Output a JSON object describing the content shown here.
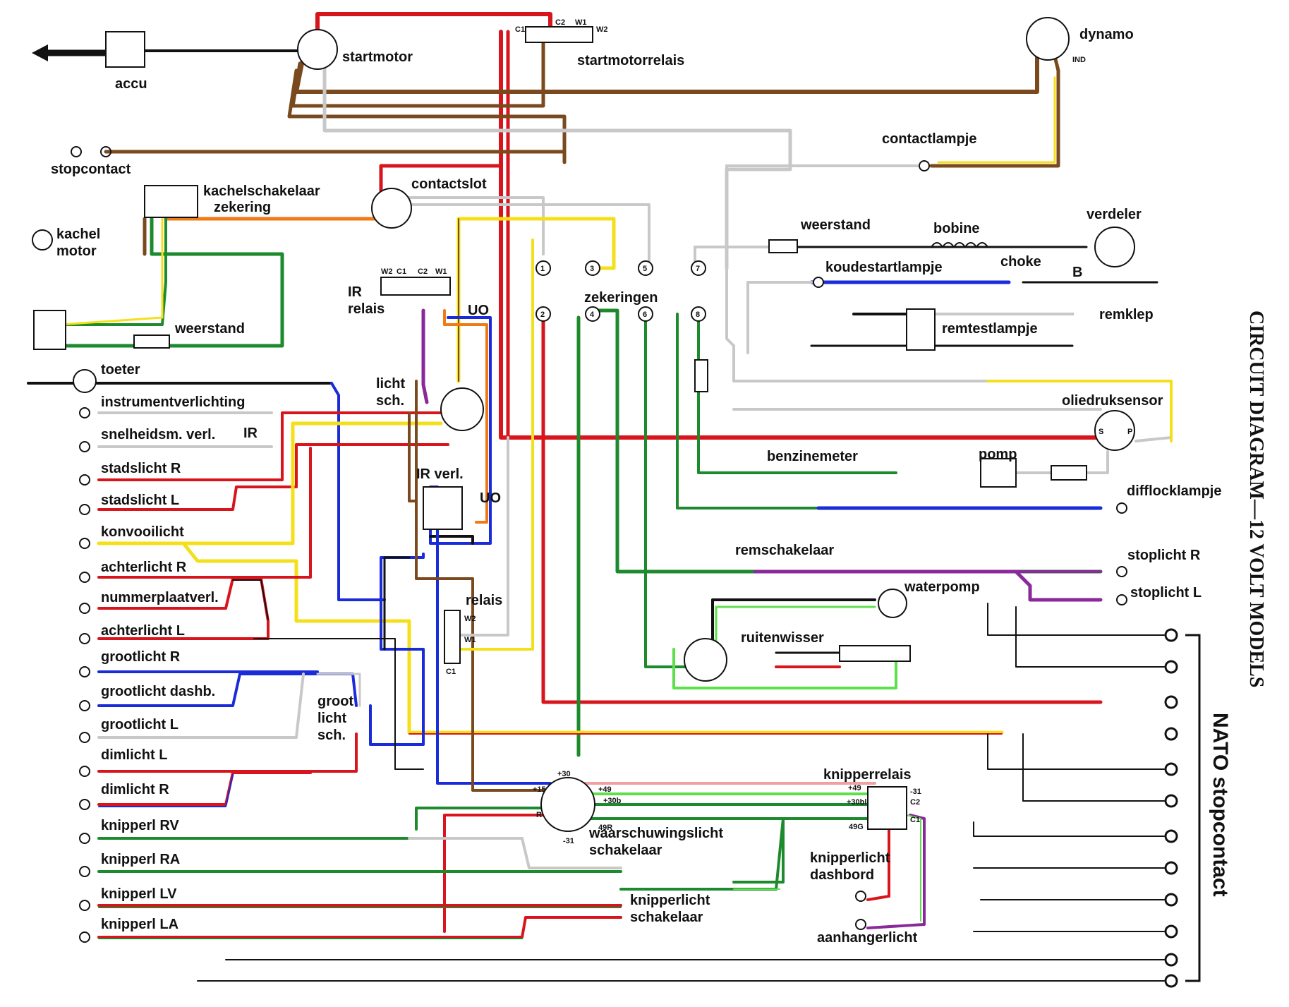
{
  "title": "CIRCUIT DIAGRAM—12 VOLT MODELS",
  "nato_label": "NATO stopcontact",
  "colors": {
    "red": "#d8141c",
    "brown": "#7a4a1e",
    "black": "#111111",
    "green": "#1e8a2e",
    "lightgreen": "#5ee04a",
    "yellow": "#f4e01a",
    "blue": "#1a2bd8",
    "orange": "#f07a14",
    "purple": "#8a2a9a",
    "grey": "#c8c8c8",
    "pink": "#f0a0a0"
  },
  "labels": {
    "accu": "accu",
    "startmotor": "startmotor",
    "startmotorrelais": "startmotorrelais",
    "dynamo": "dynamo",
    "ind": "IND",
    "stopcontact": "stopcontact",
    "contactlampje": "contactlampje",
    "kachelschakelaar": "kachelschakelaar",
    "zekering": "zekering",
    "contactslot": "contactslot",
    "kachel_motor_1": "kachel",
    "kachel_motor_2": "motor",
    "weerstand_top": "weerstand",
    "bobine": "bobine",
    "verdeler": "verdeler",
    "koudestartlampje": "koudestartlampje",
    "choke": "choke",
    "b": "B",
    "ir_relais_1": "IR",
    "ir_relais_2": "relais",
    "zekeringen": "zekeringen",
    "remklep": "remklep",
    "remtestlampje": "remtestlampje",
    "weerstand_left": "weerstand",
    "toeter": "toeter",
    "licht_sch_1": "licht",
    "licht_sch_2": "sch.",
    "instrumentverlichting": "instrumentverlichting",
    "oliedruksensor": "oliedruksensor",
    "snelheidsm": "snelheidsm. verl.",
    "ir": "IR",
    "stadslicht_r": "stadslicht R",
    "benzinemeter": "benzinemeter",
    "pomp": "pomp",
    "ir_verl": "IR verl.",
    "stadslicht_l": "stadslicht L",
    "difflocklampje": "difflocklampje",
    "uo_1": "UO",
    "uo_2": "UO",
    "konvooilicht": "konvooilicht",
    "remschakelaar": "remschakelaar",
    "stoplicht_r": "stoplicht R",
    "achterlicht_r": "achterlicht R",
    "relais": "relais",
    "waterpomp": "waterpomp",
    "nummerplaatverl": "nummerplaatverl.",
    "stoplicht_l": "stoplicht L",
    "achterlicht_l": "achterlicht L",
    "ruitenwisser": "ruitenwisser",
    "grootlicht_r": "grootlicht R",
    "grootlicht_dashb": "grootlicht dashb.",
    "groot_licht_sch_1": "groot",
    "groot_licht_sch_2": "licht",
    "groot_licht_sch_3": "sch.",
    "grootlicht_l": "grootlicht L",
    "dimlicht_l": "dimlicht L",
    "dimlicht_r": "dimlicht R",
    "knipperrelais": "knipperrelais",
    "knipperl_rv": "knipperl RV",
    "waarschuwingslicht_1": "waarschuwingslicht",
    "waarschuwingslicht_2": "schakelaar",
    "knipperl_ra": "knipperl RA",
    "knipperlicht_dashbord_1": "knipperlicht",
    "knipperlicht_dashbord_2": "dashbord",
    "knipperl_lv": "knipperl LV",
    "knipperlicht_schakelaar_1": "knipperlicht",
    "knipperlicht_schakelaar_2": "schakelaar",
    "knipperl_la": "knipperl LA",
    "aanhangerlicht": "aanhangerlicht"
  },
  "terminals": {
    "c1": "C1",
    "c2": "C2",
    "w1": "W1",
    "w2": "W2",
    "plus30": "+30",
    "plus15": "+15",
    "plus49": "+49",
    "plus30b": "+30b",
    "r": "R",
    "r49": "49R",
    "minus31": "-31",
    "plus49b": "+49",
    "plus30bl": "+30bl",
    "k49g": "49G",
    "k31": "-31",
    "s": "S",
    "p": "P",
    "f1": "1",
    "f2": "2",
    "f3": "3",
    "f4": "4",
    "f5": "5",
    "f6": "6",
    "f7": "7",
    "f8": "8"
  }
}
